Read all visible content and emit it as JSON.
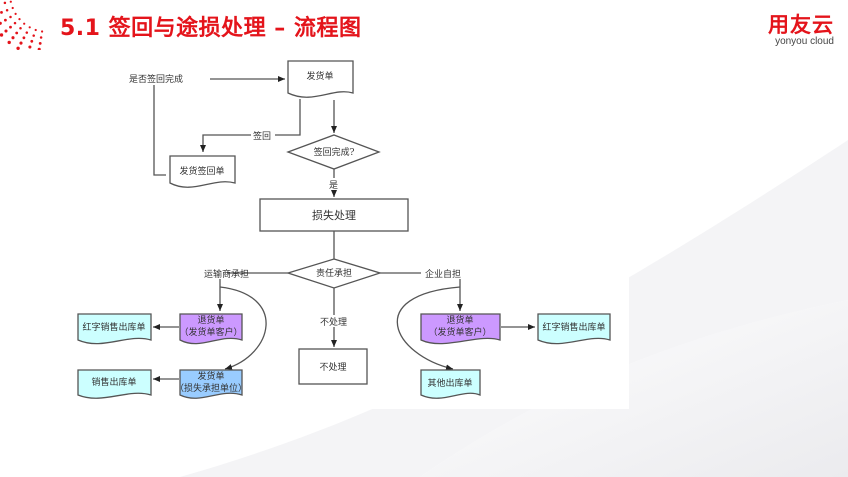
{
  "slide": {
    "title": "5.1  签回与途损处理 – 流程图",
    "brand": {
      "name_cn": "用友云",
      "name_en": "yonyou cloud",
      "color": "#e4141b"
    }
  },
  "diagram": {
    "nodes": {
      "delivery_order": "发货单",
      "signback_complete_decision": "签回完成?",
      "delivery_signback_order": "发货签回单",
      "loss_processing": "损失处理",
      "liability_decision": "责任承担",
      "return_order_left": [
        "退货单",
        "（发货单客户）"
      ],
      "red_sales_out_left": "红字销售出库单",
      "delivery_order_loss": [
        "发货单",
        "（损失承担单位）"
      ],
      "sales_out_order": "销售出库单",
      "no_processing_box": "不处理",
      "return_order_right": [
        "退货单",
        "（发货单客户）"
      ],
      "red_sales_out_right": "红字销售出库单",
      "other_out_order": "其他出库单"
    },
    "edge_labels": {
      "is_signback_complete": "是否签回完成",
      "signback": "签回",
      "yes": "是",
      "carrier_bears": "运输商承担",
      "company_bears": "企业自担",
      "no_processing": "不处理"
    },
    "colors": {
      "purple_fill": "#cc99ff",
      "blue_fill": "#99ccff",
      "cyan_fill": "#ccffff",
      "line": "#555555"
    }
  }
}
